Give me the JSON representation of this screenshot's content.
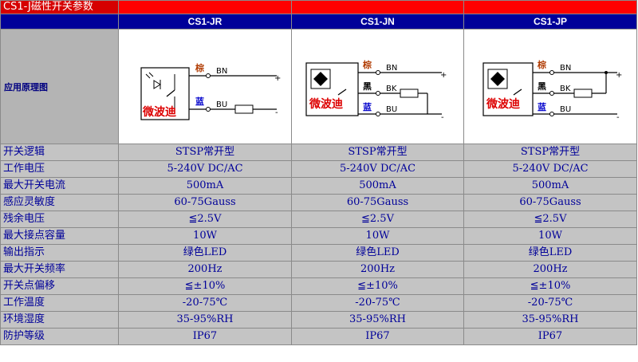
{
  "title": "CS1-J磁性开关参数",
  "diagram_label": "应用原理图",
  "models": [
    "CS1-JR",
    "CS1-JN",
    "CS1-JP"
  ],
  "diagram": {
    "brand": "微波迪",
    "wire_colors": {
      "brown": "棕",
      "black": "黑",
      "blue": "蓝"
    },
    "wire_labels": {
      "bn": "BN",
      "bk": "BK",
      "bu": "BU"
    },
    "plus": "+",
    "minus": "-",
    "colors": {
      "brown_text": "#b03a00",
      "black_text": "#000000",
      "blue_text": "#0000cc",
      "brand_text": "#dd0000"
    }
  },
  "rows": [
    {
      "param": "开关逻辑",
      "values": [
        "STSP常开型",
        "STSP常开型",
        "STSP常开型"
      ]
    },
    {
      "param": "工作电压",
      "values": [
        "5-240V DC/AC",
        "5-240V DC/AC",
        "5-240V DC/AC"
      ]
    },
    {
      "param": "最大开关电流",
      "values": [
        "500mA",
        "500mA",
        "500mA"
      ]
    },
    {
      "param": "感应灵敏度",
      "values": [
        "60-75Gauss",
        "60-75Gauss",
        "60-75Gauss"
      ]
    },
    {
      "param": "残余电压",
      "values": [
        "≦2.5V",
        "≦2.5V",
        "≦2.5V"
      ]
    },
    {
      "param": "最大接点容量",
      "values": [
        "10W",
        "10W",
        "10W"
      ]
    },
    {
      "param": "输出指示",
      "values": [
        "绿色LED",
        "绿色LED",
        "绿色LED"
      ]
    },
    {
      "param": "最大开关频率",
      "values": [
        "200Hz",
        "200Hz",
        "200Hz"
      ]
    },
    {
      "param": "开关点偏移",
      "values": [
        "≦±10%",
        "≦±10%",
        "≦±10%"
      ]
    },
    {
      "param": "工作温度",
      "values": [
        "-20-75℃",
        "-20-75℃",
        "-20-75℃"
      ]
    },
    {
      "param": "环境湿度",
      "values": [
        "35-95%RH",
        "35-95%RH",
        "35-95%RH"
      ]
    },
    {
      "param": "防护等级",
      "values": [
        "IP67",
        "IP67",
        "IP67"
      ]
    }
  ]
}
